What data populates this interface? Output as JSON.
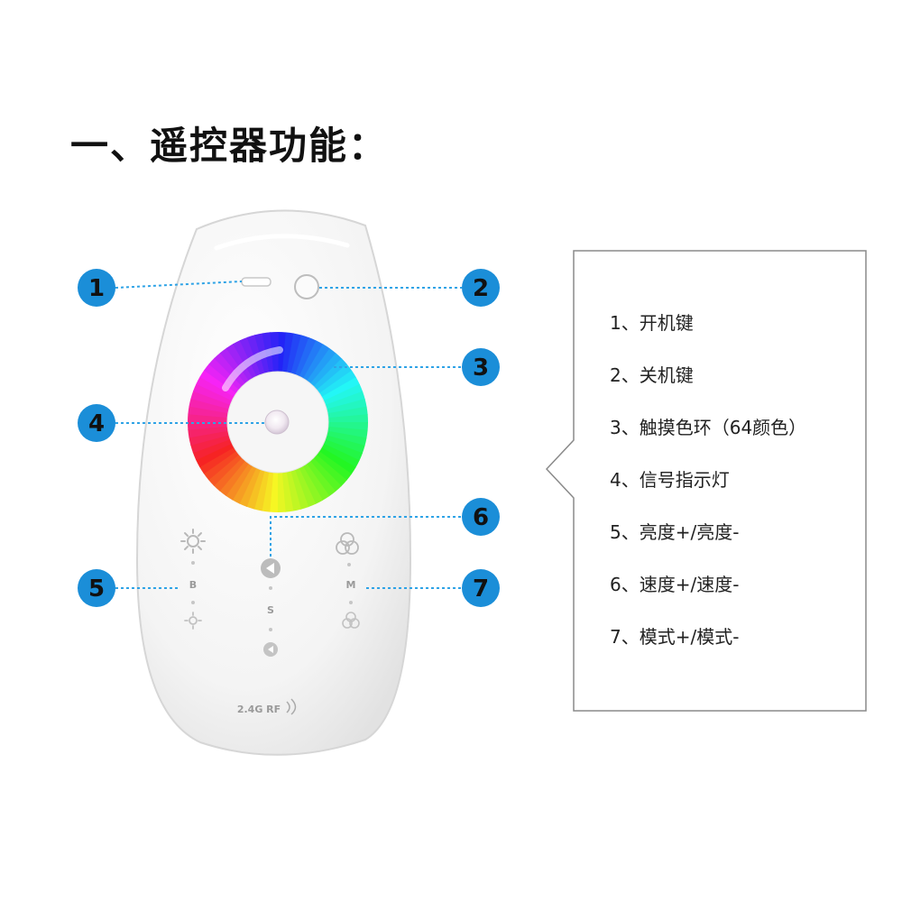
{
  "title": "一、遥控器功能：",
  "remote": {
    "button_brightness": "B",
    "button_speed": "S",
    "button_mode": "M",
    "rf_label": "2.4G RF"
  },
  "markers": [
    "1",
    "2",
    "3",
    "4",
    "5",
    "6",
    "7"
  ],
  "legend": [
    "1、开机键",
    "2、关机键",
    "3、触摸色环（64颜色）",
    "4、信号指示灯",
    "5、亮度+/亮度-",
    "6、速度+/速度-",
    "7、模式+/模式-"
  ],
  "colors": {
    "marker_fill": "#1b8ed8",
    "leader_line": "#2fa3e6",
    "callout_border": "#8a8a8a"
  }
}
